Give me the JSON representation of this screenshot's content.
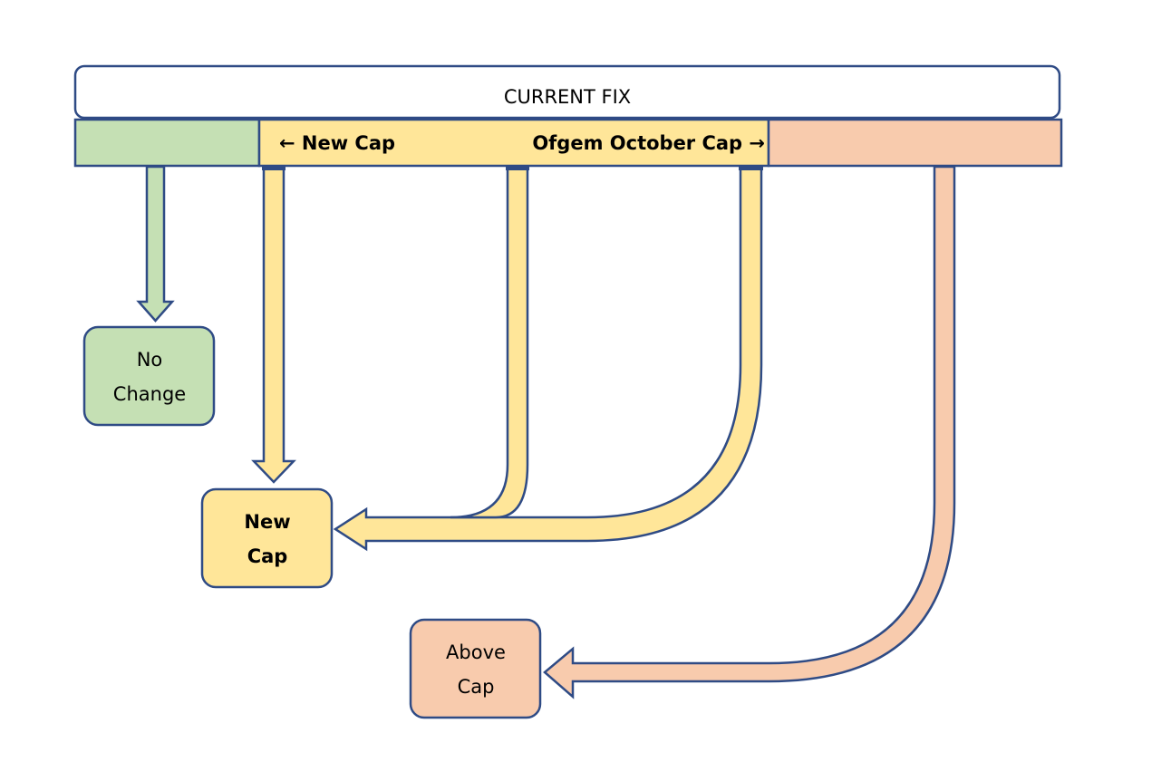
{
  "header": {
    "title": "CURRENT FIX"
  },
  "band": {
    "left_arrow_label": "← New Cap",
    "right_arrow_label": "Ofgem October Cap →"
  },
  "nodes": {
    "no_change": {
      "line1": "No",
      "line2": "Change"
    },
    "new_cap": {
      "line1": "New",
      "line2": "Cap"
    },
    "above_cap": {
      "line1": "Above",
      "line2": "Cap"
    }
  },
  "colors": {
    "stroke": "#2F4B85",
    "green": "#C5E0B4",
    "yellow": "#FFE699",
    "peach": "#F8CBAD",
    "white": "#FFFFFF"
  }
}
